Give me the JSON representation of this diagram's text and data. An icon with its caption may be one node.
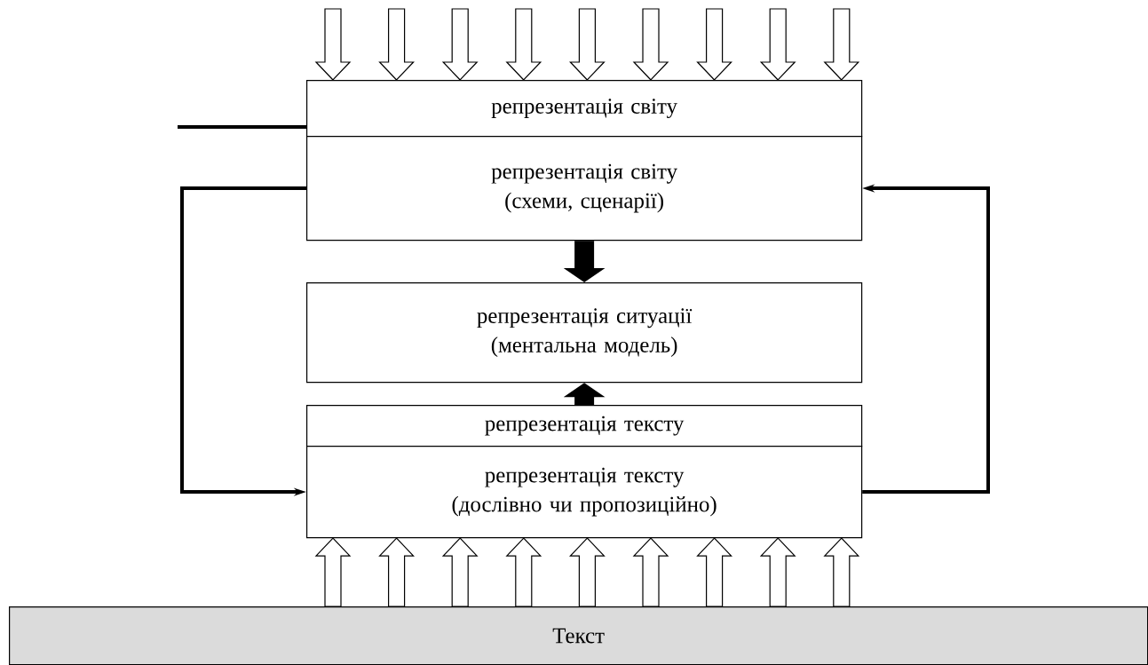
{
  "diagram": {
    "nodes": [
      {
        "text": [
          "репрезентація світу"
        ]
      },
      {
        "text": [
          "репрезентація світу (схеми, сценарії)"
        ]
      },
      {
        "text": [
          "репрезентація ситуації (ментальна модель)"
        ]
      },
      {
        "text": [
          "репрезентація тексту"
        ]
      },
      {
        "text": [
          "репрезентація тексту (дослівно чи пропозиційно)"
        ]
      },
      {
        "text": [
          "Текст"
        ]
      }
    ],
    "edges": [
      {
        "from": null,
        "to": 0,
        "arrow": "to"
      },
      {
        "from": null,
        "to": 0,
        "arrow": "to"
      },
      {
        "from": null,
        "to": 0,
        "arrow": "to"
      },
      {
        "from": null,
        "to": 0,
        "arrow": "to"
      },
      {
        "from": null,
        "to": 0,
        "arrow": "to"
      },
      {
        "from": null,
        "to": 0,
        "arrow": "to"
      },
      {
        "from": null,
        "to": 0,
        "arrow": "to"
      },
      {
        "from": null,
        "to": 0,
        "arrow": "to"
      },
      {
        "from": null,
        "to": 0,
        "arrow": "to"
      },
      {
        "from": null,
        "to": 0,
        "arrow": "none"
      },
      {
        "from": 1,
        "to": 2,
        "arrow": "to",
        "style": "thick"
      },
      {
        "from": 3,
        "to": 2,
        "arrow": "to",
        "style": "thick"
      },
      {
        "from": 1,
        "to": 4,
        "arrow": "to"
      },
      {
        "from": 4,
        "to": 1,
        "arrow": "to"
      },
      {
        "from": 5,
        "to": 4,
        "arrow": "to"
      },
      {
        "from": 5,
        "to": 4,
        "arrow": "to"
      },
      {
        "from": 5,
        "to": 4,
        "arrow": "to"
      },
      {
        "from": 5,
        "to": 4,
        "arrow": "to"
      },
      {
        "from": 5,
        "to": 4,
        "arrow": "to"
      },
      {
        "from": 5,
        "to": 4,
        "arrow": "to"
      },
      {
        "from": 5,
        "to": 4,
        "arrow": "to"
      },
      {
        "from": 5,
        "to": 4,
        "arrow": "to"
      },
      {
        "from": 5,
        "to": 4,
        "arrow": "to"
      }
    ]
  }
}
